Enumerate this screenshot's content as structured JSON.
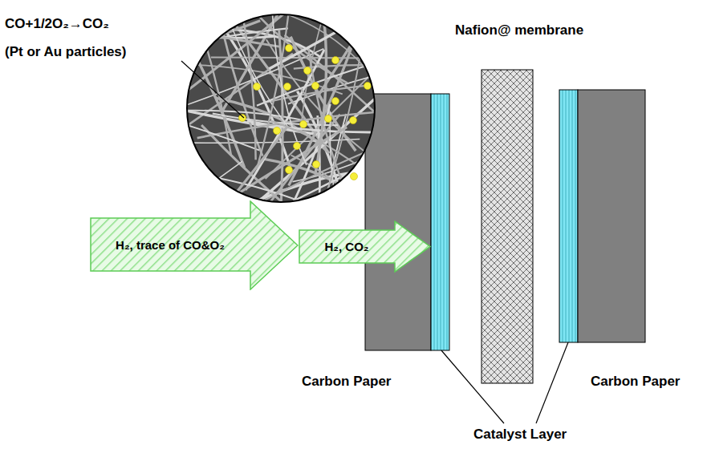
{
  "diagram": {
    "nodes": [
      {
        "text": [
          "H₂, trace of CO&O₂"
        ]
      },
      {
        "text": [
          "H₂, CO₂"
        ]
      }
    ],
    "labels": [
      "CO+1/2O₂→CO₂",
      "(Pt or Au particles)",
      "Nafion@ membrane",
      "Carbon Paper",
      "Carbon Paper",
      "Catalyst Layer"
    ]
  }
}
